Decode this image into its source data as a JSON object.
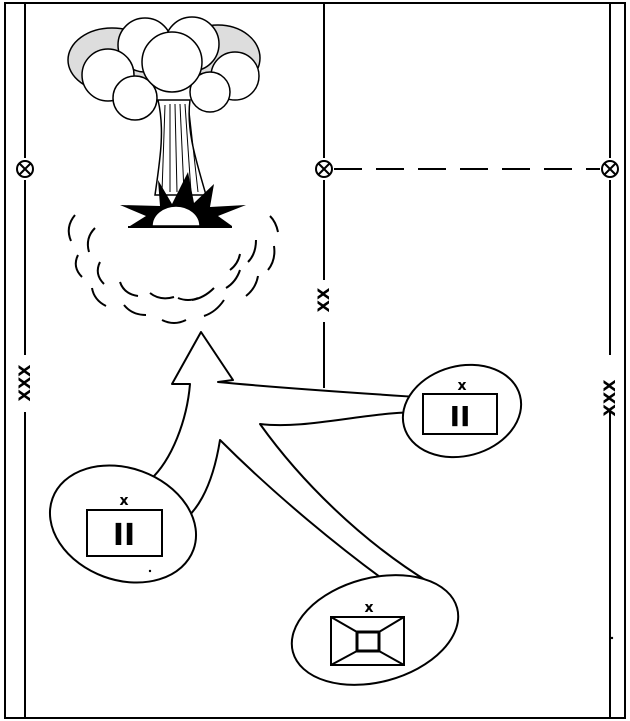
{
  "diagram": {
    "labels": {
      "corps_boundary_left": "XXX",
      "division_boundary": "XX",
      "corps_boundary_right": "XXX"
    },
    "units": {
      "unit_left": {
        "size_indicator": "x",
        "symbol": "II"
      },
      "unit_right": {
        "size_indicator": "x",
        "symbol": "II"
      },
      "unit_bottom": {
        "size_indicator": "x"
      }
    },
    "icons": [
      "nuclear-burst-icon",
      "blast-area-icon",
      "control-point-icon",
      "attack-arrow-icon"
    ]
  }
}
